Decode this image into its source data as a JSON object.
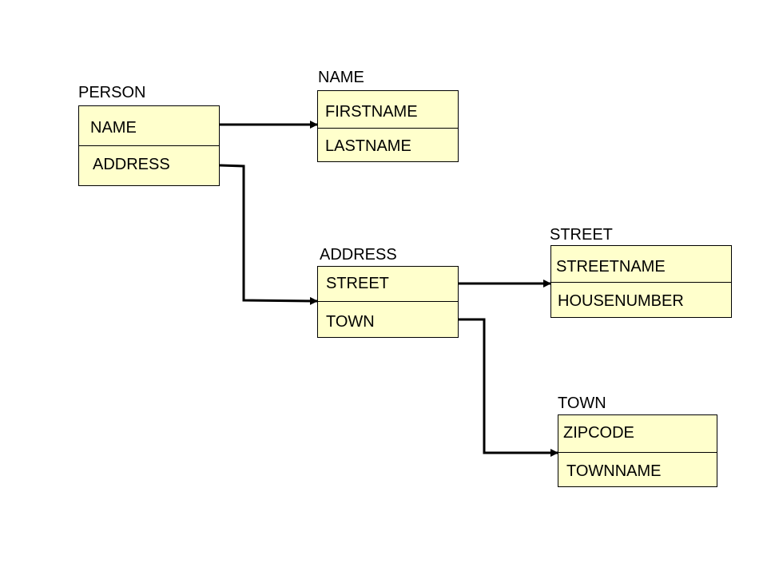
{
  "entities": {
    "person": {
      "title": "PERSON",
      "fields": [
        "NAME",
        "ADDRESS"
      ]
    },
    "name": {
      "title": "NAME",
      "fields": [
        "FIRSTNAME",
        "LASTNAME"
      ]
    },
    "address": {
      "title": "ADDRESS",
      "fields": [
        "STREET",
        "TOWN"
      ]
    },
    "street": {
      "title": "STREET",
      "fields": [
        "STREETNAME",
        "HOUSENUMBER"
      ]
    },
    "town": {
      "title": "TOWN",
      "fields": [
        "ZIPCODE",
        "TOWNNAME"
      ]
    }
  },
  "colors": {
    "box_fill": "#ffffcc",
    "line": "#000000"
  },
  "links": [
    {
      "from": "person.NAME",
      "to": "name"
    },
    {
      "from": "person.ADDRESS",
      "to": "address"
    },
    {
      "from": "address.STREET",
      "to": "street"
    },
    {
      "from": "address.TOWN",
      "to": "town"
    }
  ]
}
